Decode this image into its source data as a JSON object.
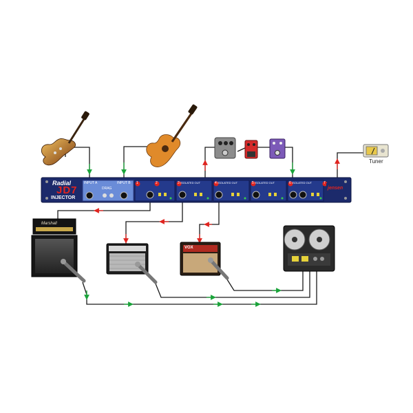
{
  "rack": {
    "brand": "Radial",
    "model": "JD7",
    "subtitle": "INJECTOR",
    "input_a_label": "INPUT A",
    "input_b_label": "INPUT B",
    "drag_label": "DRAG",
    "maker_mark": "jensen",
    "isolated_out_label": "ISOLATED OUT",
    "channel_numbers": [
      "1",
      "2",
      "3",
      "4",
      "5",
      "6",
      "7"
    ]
  },
  "tuner": {
    "label": "Tuner"
  },
  "amps": {
    "marshall_brand": "Marshall",
    "vox_brand": "VOX"
  },
  "colors": {
    "rack_blue": "#1c2a6b",
    "rack_panel": "#243a8c",
    "signal_green": "#1aa33a",
    "signal_red": "#e0241f",
    "cable": "#1a1a1a"
  }
}
